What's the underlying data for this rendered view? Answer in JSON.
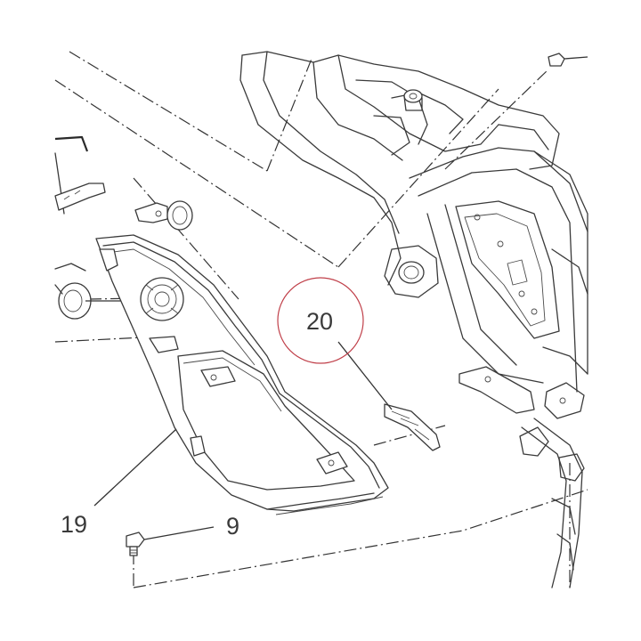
{
  "callouts": [
    {
      "id": "19",
      "label": "19"
    },
    {
      "id": "9",
      "label": "9"
    },
    {
      "id": "20",
      "label": "20"
    }
  ],
  "highlight_color": "#c0404a",
  "line_color": "#3a3a3a"
}
